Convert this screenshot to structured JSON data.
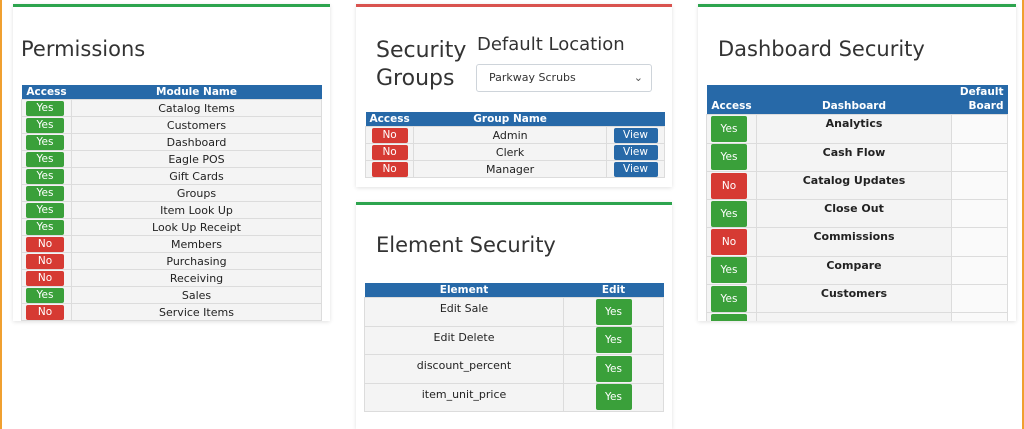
{
  "permissions": {
    "title": "Permissions",
    "headers": {
      "access": "Access",
      "module": "Module Name"
    },
    "rows": [
      {
        "access": "Yes",
        "module": "Catalog Items"
      },
      {
        "access": "Yes",
        "module": "Customers"
      },
      {
        "access": "Yes",
        "module": "Dashboard"
      },
      {
        "access": "Yes",
        "module": "Eagle POS"
      },
      {
        "access": "Yes",
        "module": "Gift Cards"
      },
      {
        "access": "Yes",
        "module": "Groups"
      },
      {
        "access": "Yes",
        "module": "Item Look Up"
      },
      {
        "access": "Yes",
        "module": "Look Up Receipt"
      },
      {
        "access": "No",
        "module": "Members"
      },
      {
        "access": "No",
        "module": "Purchasing"
      },
      {
        "access": "No",
        "module": "Receiving"
      },
      {
        "access": "Yes",
        "module": "Sales"
      },
      {
        "access": "No",
        "module": "Service Items"
      }
    ]
  },
  "security_groups": {
    "title_line1": "Security",
    "title_line2": "Groups",
    "default_location_label": "Default Location",
    "default_location_value": "Parkway Scrubs",
    "headers": {
      "access": "Access",
      "group": "Group Name"
    },
    "view_label": "View",
    "rows": [
      {
        "access": "No",
        "group": "Admin"
      },
      {
        "access": "No",
        "group": "Clerk"
      },
      {
        "access": "No",
        "group": "Manager"
      }
    ]
  },
  "element_security": {
    "title": "Element Security",
    "headers": {
      "element": "Element",
      "edit": "Edit"
    },
    "rows": [
      {
        "element": "Edit Sale",
        "edit": "Yes"
      },
      {
        "element": "Edit Delete",
        "edit": "Yes"
      },
      {
        "element": "discount_percent",
        "edit": "Yes"
      },
      {
        "element": "item_unit_price",
        "edit": "Yes"
      }
    ]
  },
  "dashboard_security": {
    "title": "Dashboard Security",
    "headers": {
      "access": "Access",
      "dashboard": "Dashboard",
      "default_line1": "Default",
      "default_line2": "Board"
    },
    "rows": [
      {
        "access": "Yes",
        "dashboard": "Analytics"
      },
      {
        "access": "Yes",
        "dashboard": "Cash Flow"
      },
      {
        "access": "No",
        "dashboard": "Catalog Updates"
      },
      {
        "access": "Yes",
        "dashboard": "Close Out"
      },
      {
        "access": "No",
        "dashboard": "Commissions"
      },
      {
        "access": "Yes",
        "dashboard": "Compare"
      },
      {
        "access": "Yes",
        "dashboard": "Customers"
      },
      {
        "access": "Yes",
        "dashboard": ""
      }
    ]
  },
  "colors": {
    "yes": "#3aa03a",
    "no": "#d63a33",
    "header": "#2769a8",
    "card_accent_green": "#2da44e",
    "card_accent_red": "#d9534f",
    "page_border": "#f0a030"
  }
}
